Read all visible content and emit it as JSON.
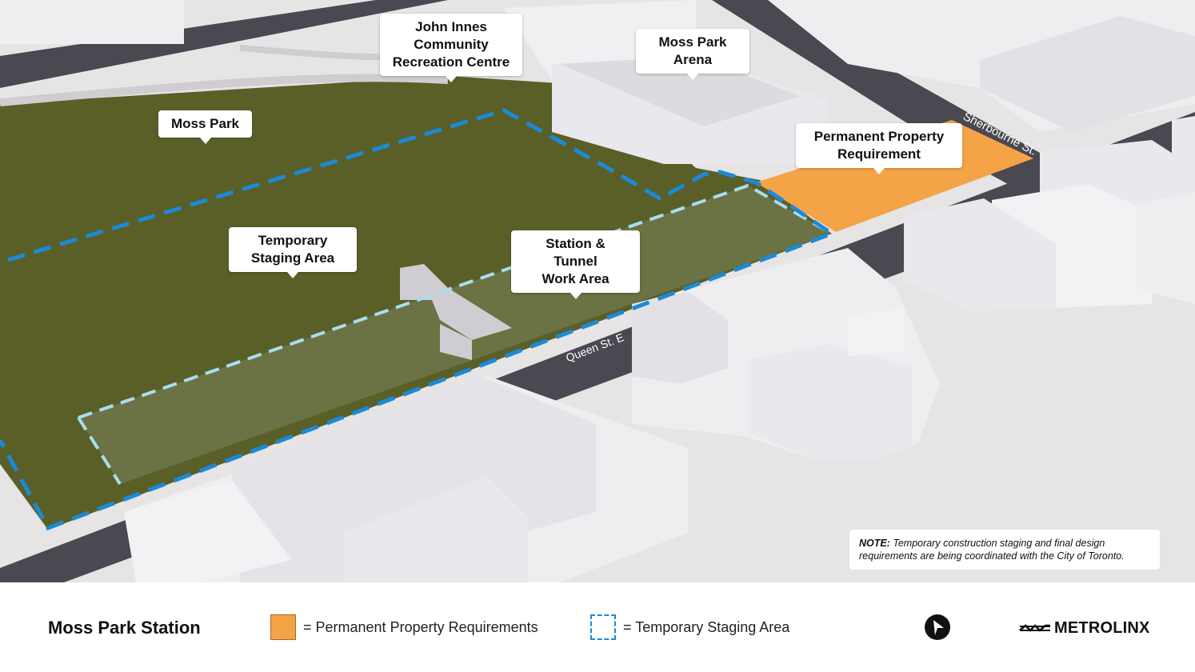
{
  "map": {
    "labels": {
      "john_innes": "John Innes\nCommunity\nRecreation Centre",
      "moss_park_arena": "Moss Park\nArena",
      "moss_park": "Moss Park",
      "permanent_property": "Permanent Property\nRequirement",
      "temporary_staging": "Temporary\nStaging Area",
      "station_tunnel": "Station & Tunnel\nWork Area"
    },
    "streets": {
      "sherbourne": "Sherbourne St.",
      "queen": "Queen St. E"
    },
    "note": {
      "bold": "NOTE:",
      "text": " Temporary construction staging and final design requirements are being coordinated with the City of Toronto."
    },
    "colors": {
      "park": "#5a5f28",
      "work_area": "#6b7344",
      "permanent": "#f5a347",
      "road": "#4a4850",
      "building": "#e9e8ec",
      "ground": "#e6e4e5",
      "dash_dark_blue": "#1b8ad8",
      "dash_light_blue": "#a8dcf0"
    }
  },
  "legend": {
    "title": "Moss Park Station",
    "permanent": "= Permanent Property Requirements",
    "temporary": "= Temporary Staging Area",
    "north_icon": "north-arrow-icon",
    "brand": "METROLINX",
    "brand_icon": "metrolinx-logo-icon"
  }
}
